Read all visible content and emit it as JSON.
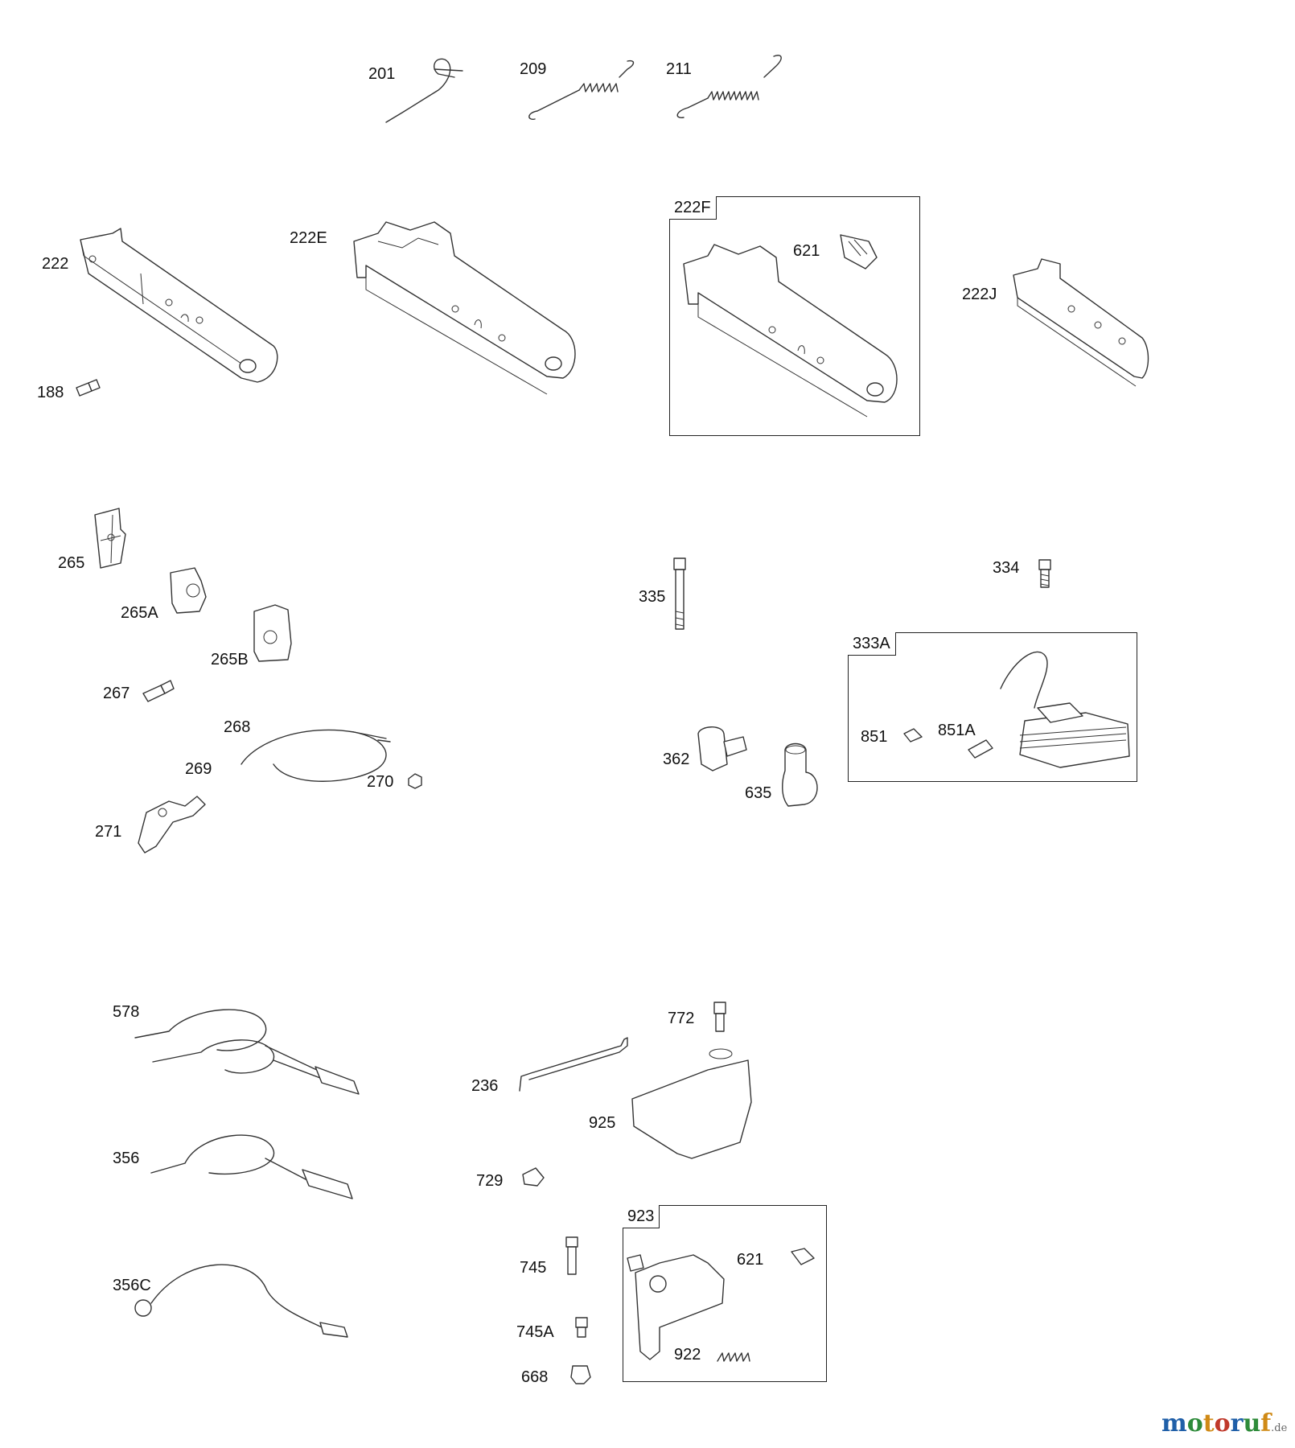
{
  "labels": {
    "p201": "201",
    "p209": "209",
    "p211": "211",
    "p222": "222",
    "p222e": "222E",
    "p222f": "222F",
    "p621_a": "621",
    "p222j": "222J",
    "p188": "188",
    "p265": "265",
    "p265a": "265A",
    "p265b": "265B",
    "p267": "267",
    "p268": "268",
    "p269": "269",
    "p270": "270",
    "p271": "271",
    "p335": "335",
    "p334": "334",
    "p333a": "333A",
    "p851": "851",
    "p851a": "851A",
    "p362": "362",
    "p635": "635",
    "p578": "578",
    "p356": "356",
    "p356c": "356C",
    "p772": "772",
    "p236": "236",
    "p925": "925",
    "p729": "729",
    "p923": "923",
    "p621_b": "621",
    "p745": "745",
    "p745a": "745A",
    "p922": "922",
    "p668": "668"
  },
  "watermark": {
    "brand": "motoruf",
    "suffix": ".de",
    "colors": [
      "#1f5fa8",
      "#2e8b3a",
      "#d08a16",
      "#c0392b",
      "#1f5fa8",
      "#2e8b3a",
      "#d08a16"
    ]
  }
}
